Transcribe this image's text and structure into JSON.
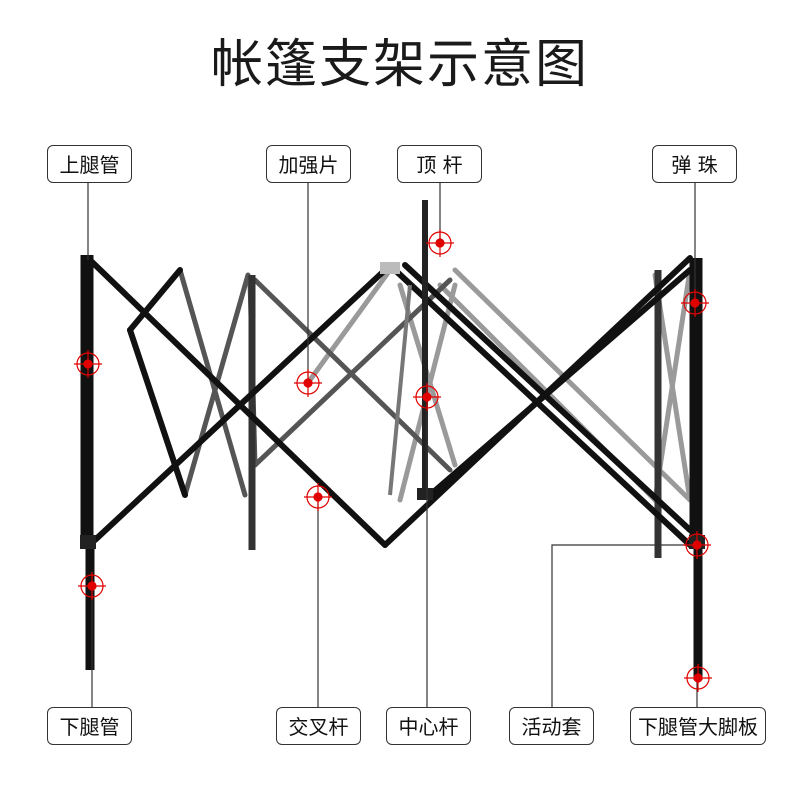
{
  "title": "帐篷支架示意图",
  "labels": {
    "upper_leg": "上腿管",
    "reinforcement": "加强片",
    "top_rod": "顶 杆",
    "spring_bead": "弹 珠",
    "lower_leg": "下腿管",
    "cross_rod": "交叉杆",
    "center_rod": "中心杆",
    "sliding_sleeve": "活动套",
    "foot_plate": "下腿管大脚板"
  },
  "colors": {
    "frame": "#111111",
    "frame_back": "#555555",
    "frame_silver": "#9a9a9a",
    "marker": "#e00000",
    "leader": "#333333"
  }
}
